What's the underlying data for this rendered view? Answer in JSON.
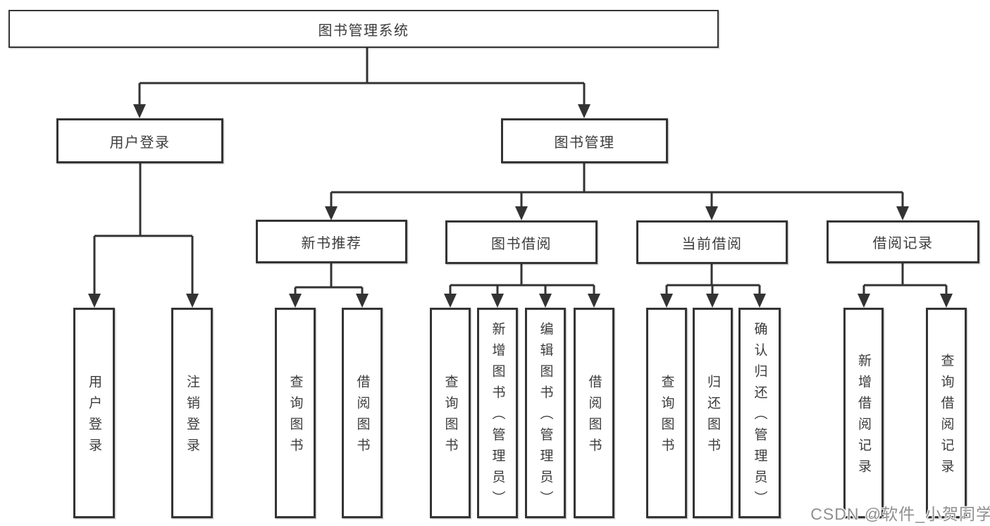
{
  "tree": {
    "label": "图书管理系统",
    "children": [
      {
        "label": "用户登录",
        "children": [
          {
            "label": "用户登录"
          },
          {
            "label": "注销登录"
          }
        ]
      },
      {
        "label": "图书管理",
        "children": [
          {
            "label": "新书推荐",
            "children": [
              {
                "label": "查询图书"
              },
              {
                "label": "借阅图书"
              }
            ]
          },
          {
            "label": "图书借阅",
            "children": [
              {
                "label": "查询图书"
              },
              {
                "label": "新增图书（管理员）"
              },
              {
                "label": "编辑图书（管理员）"
              },
              {
                "label": "借阅图书"
              }
            ]
          },
          {
            "label": "当前借阅",
            "children": [
              {
                "label": "查询图书"
              },
              {
                "label": "归还图书"
              },
              {
                "label": "确认归还（管理员）"
              }
            ]
          },
          {
            "label": "借阅记录",
            "children": [
              {
                "label": "新增借阅记录"
              },
              {
                "label": "查询借阅记录"
              }
            ]
          }
        ]
      }
    ]
  },
  "watermark": {
    "text": "CSDN @软件_小贺同学"
  },
  "colors": {
    "line": "#333333",
    "box_border": "#343434",
    "text": "#3c3c3c",
    "watermark_text": "#8f8f8f",
    "background": "#ffffff"
  }
}
